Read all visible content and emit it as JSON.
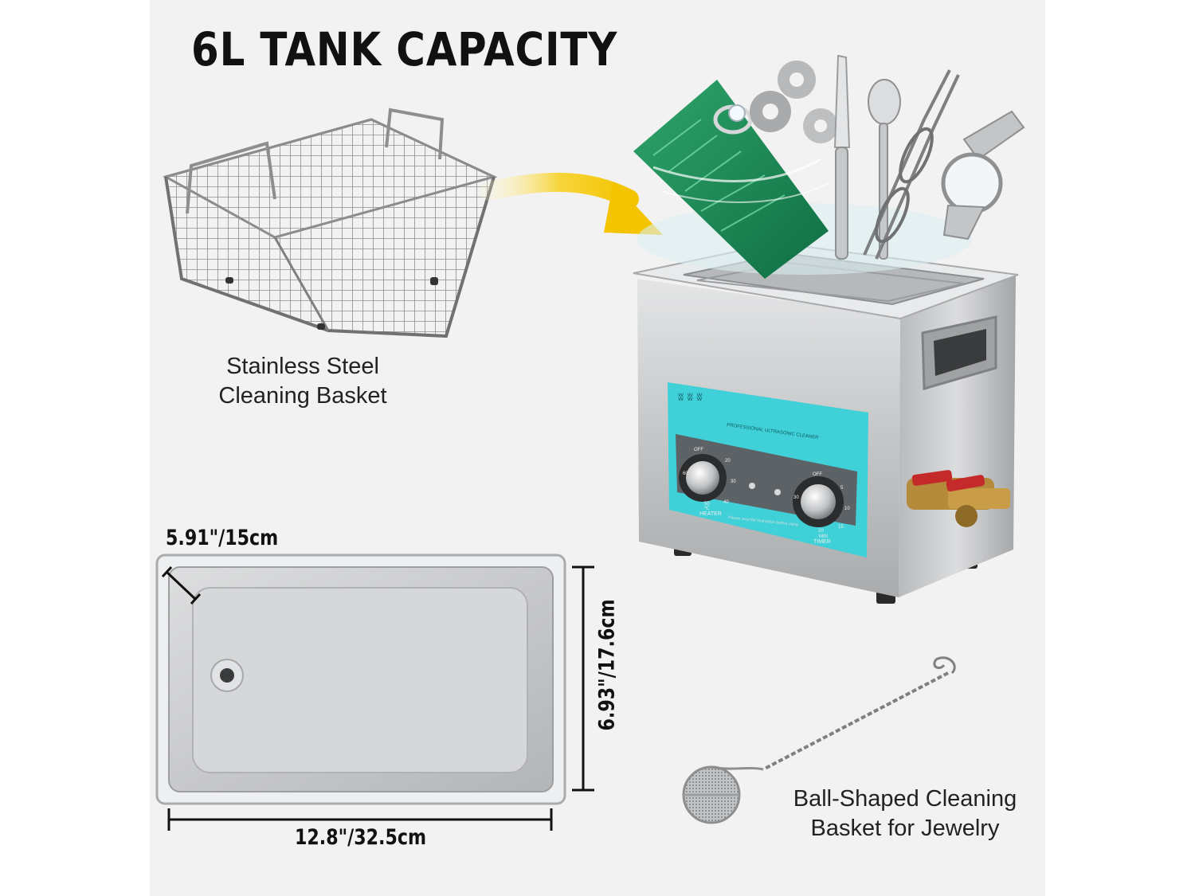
{
  "headline": "6L TANK CAPACITY",
  "basket_label": [
    "Stainless Steel",
    "Cleaning Basket"
  ],
  "ball_label": [
    "Ball-Shaped Cleaning",
    "Basket for Jewelry"
  ],
  "dimensions": {
    "depth": "5.91\"/15cm",
    "width": "6.93\"/17.6cm",
    "length": "12.8\"/32.5cm"
  },
  "panel": {
    "title": "PROFESSIONAL ULTRASONIC CLEANER",
    "heater_label": "HEATER",
    "heater_unit": "℃",
    "timer_label": "TIMER",
    "timer_unit": "MIN",
    "off_label": "OFF",
    "note": "Please read the instruction before using",
    "heater_ticks": [
      "20",
      "30",
      "40",
      "50",
      "60"
    ],
    "timer_ticks": [
      "5",
      "10",
      "15",
      "20",
      "30"
    ]
  },
  "colors": {
    "arrow": "#f4c400",
    "panel_cyan": "#3fd0d8",
    "steel": "#c9cbcd"
  }
}
